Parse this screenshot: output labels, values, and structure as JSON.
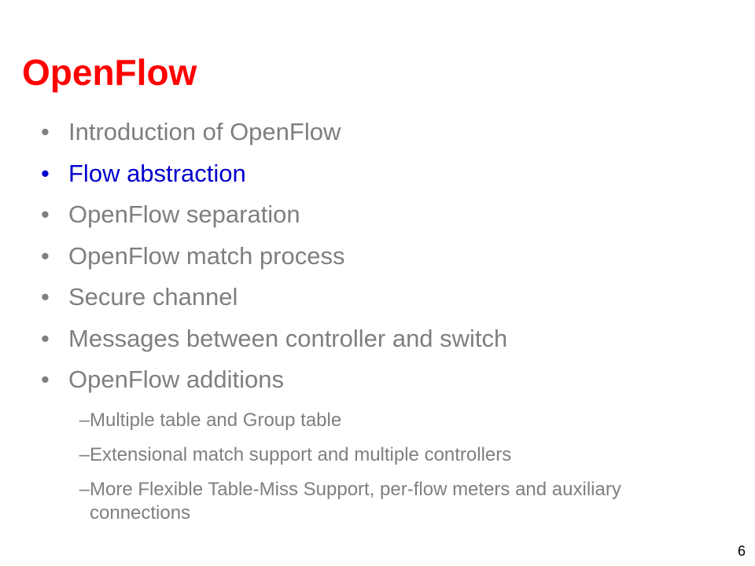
{
  "slide": {
    "title": "OpenFlow",
    "bullets": [
      {
        "label": "Introduction of OpenFlow",
        "active": false
      },
      {
        "label": "Flow abstraction",
        "active": true
      },
      {
        "label": "OpenFlow separation",
        "active": false
      },
      {
        "label": "OpenFlow match process",
        "active": false
      },
      {
        "label": "Secure channel",
        "active": false
      },
      {
        "label": "Messages between controller and switch",
        "active": false
      },
      {
        "label": "OpenFlow additions",
        "active": false
      }
    ],
    "subbullets": [
      {
        "label": "Multiple table and Group table"
      },
      {
        "label": "Extensional match support and multiple controllers"
      },
      {
        "label": "More Flexible Table-Miss Support, per-flow meters and auxiliary connections"
      }
    ],
    "bullet_glyph": "•",
    "sub_glyph": "–",
    "page_number": "6"
  },
  "colors": {
    "title": "#ff0000",
    "text": "#7f7f7f",
    "active": "#0000cc",
    "page_number": "#000000"
  }
}
